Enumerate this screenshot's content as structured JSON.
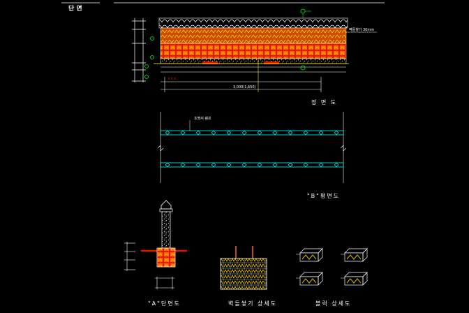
{
  "header": {
    "title": "단 면"
  },
  "front_elevation": {
    "title": "정 면 도",
    "wall_note": "벽돌쌓기 30mm",
    "dim_total": "3,000(1,650)"
  },
  "plan_b": {
    "title": "\"B\"평면도",
    "pier_note": "조명식 램프"
  },
  "section_a": {
    "title": "\"A\"단면도"
  },
  "detail_1": {
    "title": "벽돌쌓기 상세도"
  },
  "detail_2": {
    "title": "블럭 상세도"
  },
  "colors": {
    "background": "#000000",
    "line_white": "#ffffff",
    "line_green": "#00ff00",
    "line_cyan": "#00ffff",
    "brick_red": "#e01a00",
    "brick_orange": "#ff6a00",
    "brick_yellow": "#ffd200",
    "ground_grey": "#c8c8c8",
    "line_yellow": "#ffff00"
  }
}
